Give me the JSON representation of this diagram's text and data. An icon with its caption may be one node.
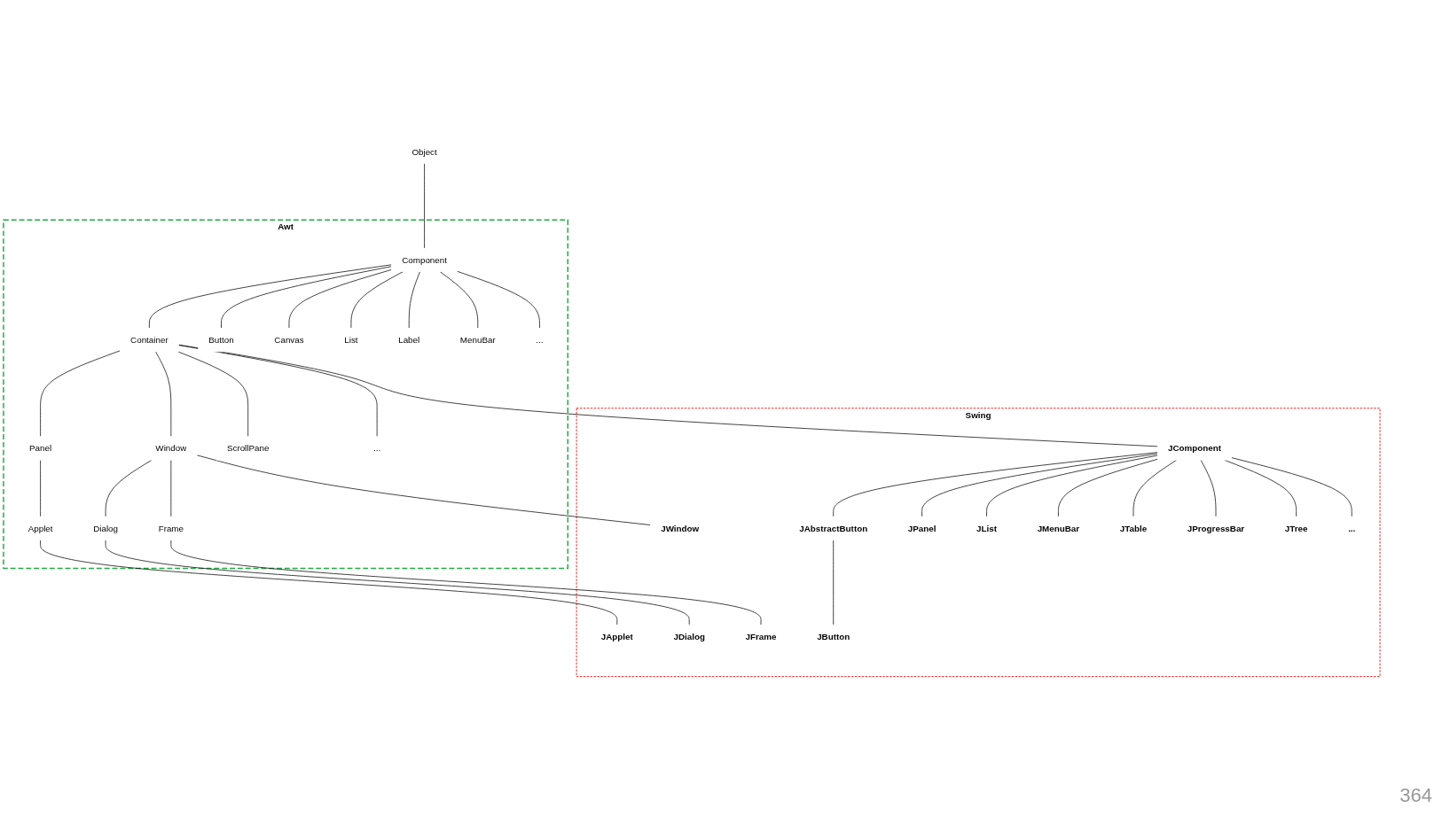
{
  "diagram": {
    "nodes": [
      {
        "text": [
          "Object"
        ]
      },
      {
        "text": [
          "Awt"
        ]
      },
      {
        "text": [
          "Component"
        ],
        "in": 1
      },
      {
        "text": [
          "Container"
        ],
        "in": 1
      },
      {
        "text": [
          "Button"
        ],
        "in": 1
      },
      {
        "text": [
          "Canvas"
        ],
        "in": 1
      },
      {
        "text": [
          "List"
        ],
        "in": 1
      },
      {
        "text": [
          "Label"
        ],
        "in": 1
      },
      {
        "text": [
          "MenuBar"
        ],
        "in": 1
      },
      {
        "text": [
          "..."
        ],
        "in": 1
      },
      {
        "text": [
          "Panel"
        ],
        "in": 1
      },
      {
        "text": [
          "Window"
        ],
        "in": 1
      },
      {
        "text": [
          "ScrollPane"
        ],
        "in": 1
      },
      {
        "text": [
          "..."
        ],
        "in": 1
      },
      {
        "text": [
          "Applet"
        ],
        "in": 1
      },
      {
        "text": [
          "Dialog"
        ],
        "in": 1
      },
      {
        "text": [
          "Frame"
        ],
        "in": 1
      },
      {
        "text": [
          "Swing"
        ]
      },
      {
        "text": [
          "JComponent"
        ],
        "in": 17
      },
      {
        "text": [
          "JApplet"
        ],
        "in": 17
      },
      {
        "text": [
          "JDialog"
        ],
        "in": 17
      },
      {
        "text": [
          "JFrame"
        ],
        "in": 17
      },
      {
        "text": [
          "JWindow"
        ],
        "in": 17
      },
      {
        "text": [
          "JAbstractButton"
        ],
        "in": 17
      },
      {
        "text": [
          "JPanel"
        ],
        "in": 17
      },
      {
        "text": [
          "JList"
        ],
        "in": 17
      },
      {
        "text": [
          "JMenuBar"
        ],
        "in": 17
      },
      {
        "text": [
          "JTable"
        ],
        "in": 17
      },
      {
        "text": [
          "JProgressBar"
        ],
        "in": 17
      },
      {
        "text": [
          "JTree"
        ],
        "in": 17
      },
      {
        "text": [
          "..."
        ],
        "in": 17
      },
      {
        "text": [
          "JButton"
        ],
        "in": 17
      }
    ],
    "edges": [
      {
        "from": 0,
        "to": 2,
        "arrow": "none"
      },
      {
        "from": 2,
        "to": 3,
        "arrow": "none"
      },
      {
        "from": 2,
        "to": 4,
        "arrow": "none"
      },
      {
        "from": 2,
        "to": 5,
        "arrow": "none"
      },
      {
        "from": 2,
        "to": 6,
        "arrow": "none"
      },
      {
        "from": 2,
        "to": 7,
        "arrow": "none"
      },
      {
        "from": 2,
        "to": 8,
        "arrow": "none"
      },
      {
        "from": 2,
        "to": 9,
        "arrow": "none"
      },
      {
        "from": 3,
        "to": 10,
        "arrow": "none"
      },
      {
        "from": 3,
        "to": 11,
        "arrow": "none"
      },
      {
        "from": 3,
        "to": 12,
        "arrow": "none"
      },
      {
        "from": 3,
        "to": 13,
        "arrow": "none"
      },
      {
        "from": 3,
        "to": 18,
        "arrow": "none"
      },
      {
        "from": 10,
        "to": 14,
        "arrow": "none"
      },
      {
        "from": 11,
        "to": 15,
        "arrow": "none"
      },
      {
        "from": 11,
        "to": 16,
        "arrow": "none"
      },
      {
        "from": 11,
        "to": 22,
        "arrow": "none"
      },
      {
        "from": 14,
        "to": 19,
        "arrow": "none"
      },
      {
        "from": 15,
        "to": 20,
        "arrow": "none"
      },
      {
        "from": 16,
        "to": 21,
        "arrow": "none"
      },
      {
        "from": 18,
        "to": 23,
        "arrow": "none"
      },
      {
        "from": 18,
        "to": 24,
        "arrow": "none"
      },
      {
        "from": 18,
        "to": 25,
        "arrow": "none"
      },
      {
        "from": 18,
        "to": 26,
        "arrow": "none"
      },
      {
        "from": 18,
        "to": 27,
        "arrow": "none"
      },
      {
        "from": 18,
        "to": 28,
        "arrow": "none"
      },
      {
        "from": 18,
        "to": 29,
        "arrow": "none"
      },
      {
        "from": 18,
        "to": 30,
        "arrow": "none"
      },
      {
        "from": 23,
        "to": 31,
        "arrow": "none"
      }
    ],
    "labels": [
      "364"
    ]
  }
}
